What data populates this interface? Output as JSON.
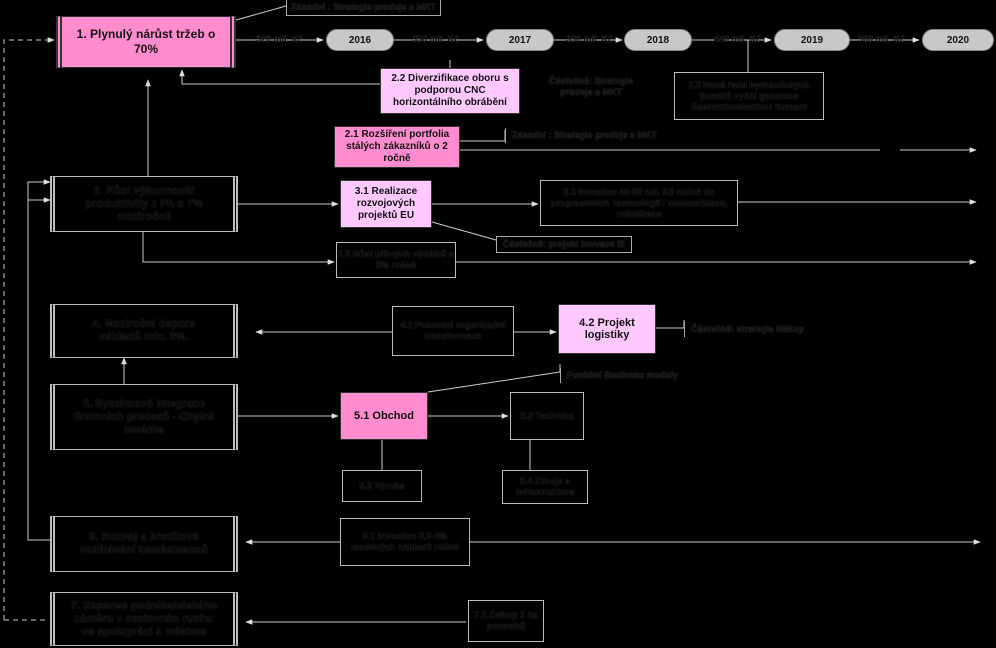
{
  "goals": {
    "g1": "1. Plynulý nárůst tržeb o 70%",
    "g3": "3. Růst výkonnosti/ produktivity z Ph o 7% meziročně",
    "g4": "4. Meziroční úspora nákladů min. 3%.",
    "g5": "5. Systémová integrace firemních procesů - Chytrá továrna",
    "g6": "6. Rozvoj a kreditové vzdělávání zaměstnanců",
    "g7": "7. Expanze podnikatelského záměru v cestovním ruchu ve spolupráci s městem"
  },
  "timeline": {
    "years": [
      "2016",
      "2017",
      "2018",
      "2019",
      "2020"
    ],
    "amounts": [
      "320 mil. Kč",
      "350 mil. Kč",
      "390 mil. Kč",
      "440 mil. Kč",
      "500 mil. Kč"
    ]
  },
  "actions": {
    "a21": "2.1 Rozšíření portfolia stálých zákazníků o 2 ročně",
    "a22": "2.2 Diverzifikace oboru s podporou CNC horizontálního obrábění",
    "a23": "2.3 Nová řada hydraulických tlumičů vyšší generace Semiaktivní/aktivní tlumení",
    "a31": "3.1 Realizace rozvojových projektů EU",
    "a32": "3.2 Růst přímých výdělků o 5% ročně",
    "a33": "3.3 Investice 40-50 mil. Kč ročně do progresivních technologií / automatizace, robotizace",
    "a41": "4.1 Procesní organizační transformace",
    "a42": "4.2 Projekt logistiky",
    "a51": "5.1 Obchod",
    "a52": "5.2 Technika",
    "a53": "5.3 Výroba",
    "a54": "5.4 Zdroje a infrastruktura",
    "a61": "6.1 Investice 3,5-4% mzdových nákladů ročně",
    "a71": "7.1.Odkup 3 ha pozemků"
  },
  "notes": {
    "n_top": "Zásadní : Strategie prodeje a MKT",
    "n22": "Částečně: Strategie prodeje a MKT",
    "n21": "Zásadní : Strategie prodeje a MKT",
    "n31": "Částečně: projekt Inovace III",
    "n42": "Částečně: strategie Nákup",
    "n5": "Funkční Business modely"
  },
  "colors": {
    "pink": "#ff8ccf",
    "lilac": "#ffc9ff",
    "year": "#c8c8c8",
    "background": "#000000"
  }
}
